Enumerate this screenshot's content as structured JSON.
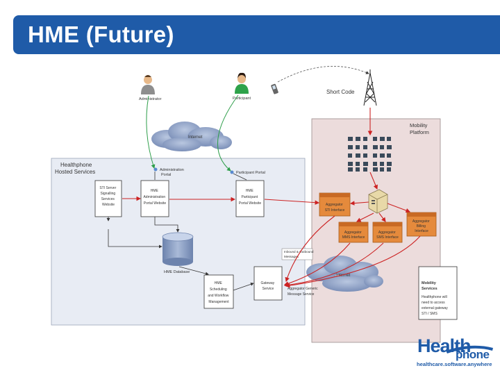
{
  "slide": {
    "title": "HME (Future)"
  },
  "actors": {
    "administrator": "Administrator",
    "participant": "Participant"
  },
  "labels": {
    "short_code": "Short Code",
    "internet_top": "Internet",
    "internet_bottom": "Internet",
    "mobility_platform_1": "Mobility",
    "mobility_platform_2": "Platform",
    "hosted_services_1": "Healthphone",
    "hosted_services_2": "Hosted Services",
    "admin_portal_1": "Administration",
    "admin_portal_2": "Portal",
    "participant_portal": "Participant Portal",
    "hme_database": "HME Database",
    "inbound_outbound_1": "Inbound & Outbound",
    "inbound_outbound_2": "Messages",
    "aggregator_message_1": "Aggregator Generic",
    "aggregator_message_2": "Message Service"
  },
  "boxes": {
    "sti_server": [
      "STI Server",
      "Signalling",
      "Services",
      "Website"
    ],
    "admin_website": [
      "HME",
      "Administration",
      "Portal Website"
    ],
    "participant_website": [
      "HME",
      "Participant",
      "Portal Website"
    ],
    "scheduling": [
      "HME",
      "Scheduling",
      "and Workflow",
      "Management"
    ],
    "gateway": [
      "Gateway",
      "Service"
    ],
    "agg_sti": [
      "Aggregator",
      "STI Interface"
    ],
    "agg_billing": [
      "Aggregator",
      "Billing",
      "Interface"
    ],
    "agg_mms": [
      "Aggregator",
      "MMS Interface"
    ],
    "agg_sms": [
      "Aggregator",
      "SMS Interface"
    ],
    "mobility_services": [
      "Mobility",
      "Services"
    ],
    "mobility_services_note": [
      "Healthphone will",
      "need to access",
      "external gateway",
      "STI / SMS"
    ]
  },
  "logo": {
    "word1": "Health",
    "word2": "phone",
    "tagline": "healthcare.software.anywhere",
    "brand_color": "#1f5ba8"
  },
  "colors": {
    "title_bar": "#1f5ba8",
    "arrow_red": "#cc2222",
    "arrow_green": "#2e9e4a",
    "aggregator_box": "#e58a3c",
    "hosted_bg": "#e8ecf4",
    "mobility_bg": "#ecdcdc"
  }
}
